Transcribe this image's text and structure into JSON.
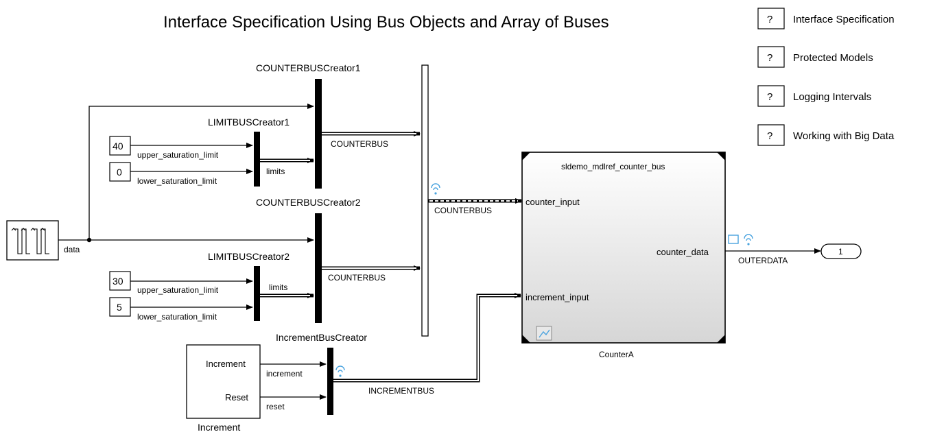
{
  "diagram": {
    "title": "Interface Specification Using Bus Objects and Array of Buses"
  },
  "help_links": [
    {
      "mark": "?",
      "label": "Interface Specification"
    },
    {
      "mark": "?",
      "label": "Protected Models"
    },
    {
      "mark": "?",
      "label": "Logging Intervals"
    },
    {
      "mark": "?",
      "label": "Working with Big Data"
    }
  ],
  "constants": {
    "c1": "40",
    "c2": "0",
    "c3": "30",
    "c4": "5"
  },
  "block_names": {
    "counterbus_creator1": "COUNTERBUSCreator1",
    "limitbus_creator1": "LIMITBUSCreator1",
    "counterbus_creator2": "COUNTERBUSCreator2",
    "limitbus_creator2": "LIMITBUSCreator2",
    "increment_bus_creator": "IncrementBusCreator",
    "increment": "Increment",
    "counter_a": "CounterA"
  },
  "signals": {
    "data": "data",
    "upper1": "upper_saturation_limit",
    "lower1": "lower_saturation_limit",
    "upper2": "upper_saturation_limit",
    "lower2": "lower_saturation_limit",
    "limits1": "limits",
    "limits2": "limits",
    "counterbus1": "COUNTERBUS",
    "counterbus2": "COUNTERBUS",
    "counterbus3": "COUNTERBUS",
    "increment": "increment",
    "reset": "reset",
    "incrementbus": "INCREMENTBUS",
    "outerdata": "OUTERDATA"
  },
  "increment_block": {
    "port_increment": "Increment",
    "port_reset": "Reset"
  },
  "model_ref": {
    "name": "sldemo_mdlref_counter_bus",
    "in1": "counter_input",
    "in2": "increment_input",
    "out1": "counter_data"
  },
  "outport": {
    "number": "1"
  },
  "colors": {
    "line": "#000000",
    "bus_bar": "#000000",
    "log_icon": "#4aa3df",
    "model_fill_top": "#ffffff",
    "model_fill_bottom": "#d6d6d6"
  },
  "icons": [
    "pulse-generator-icon",
    "signal-logging-icon",
    "viewer-icon",
    "model-ref-badge-icon"
  ]
}
